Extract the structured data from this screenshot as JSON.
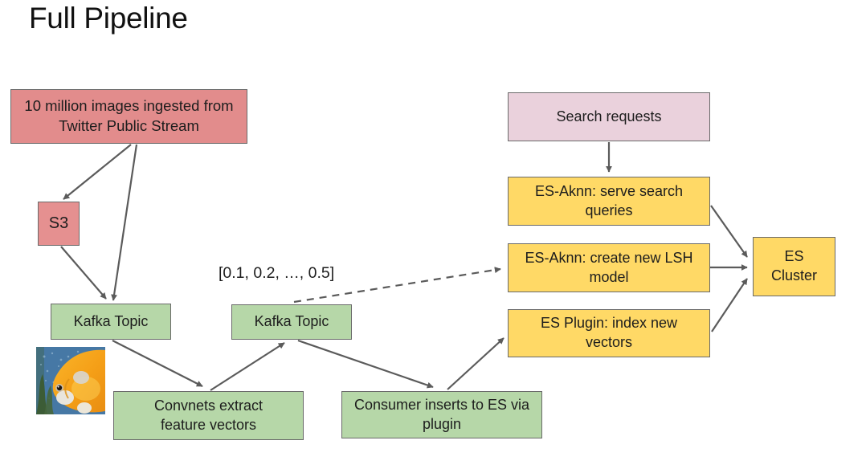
{
  "title": "Full Pipeline",
  "annotation": "[0.1, 0.2, …, 0.5]",
  "nodes": {
    "ingest": {
      "label": "10 million images ingested from Twitter Public Stream",
      "color": "#e28c8c"
    },
    "s3": {
      "label": "S3",
      "color": "#e59090"
    },
    "kafka_topic_1": {
      "label": "Kafka Topic",
      "color": "#b6d7a8"
    },
    "kafka_topic_2": {
      "label": "Kafka Topic",
      "color": "#b6d7a8"
    },
    "convnets": {
      "label": "Convnets extract feature vectors",
      "color": "#b6d7a8",
      "stacked": true
    },
    "consumer": {
      "label": "Consumer inserts to ES via plugin",
      "color": "#b6d7a8"
    },
    "search_requests": {
      "label": "Search requests",
      "color": "#ead1dc"
    },
    "serve_queries": {
      "label": "ES-Aknn: serve search queries",
      "color": "#ffd966"
    },
    "create_lsh": {
      "label": "ES-Aknn: create new LSH model",
      "color": "#ffd966"
    },
    "index_vectors": {
      "label": "ES Plugin: index new vectors",
      "color": "#ffd966"
    },
    "es_cluster": {
      "label": "ES Cluster",
      "color": "#ffd966",
      "stacked": true
    }
  },
  "edges": [
    {
      "from": "ingest",
      "to": "s3",
      "style": "solid"
    },
    {
      "from": "ingest",
      "to": "kafka_topic_1",
      "style": "solid"
    },
    {
      "from": "s3",
      "to": "kafka_topic_1",
      "style": "solid"
    },
    {
      "from": "kafka_topic_1",
      "to": "convnets",
      "style": "solid"
    },
    {
      "from": "convnets",
      "to": "kafka_topic_2",
      "style": "solid"
    },
    {
      "from": "kafka_topic_2",
      "to": "consumer",
      "style": "solid"
    },
    {
      "from": "consumer",
      "to": "index_vectors",
      "style": "solid"
    },
    {
      "from": "kafka_topic_2",
      "to": "create_lsh",
      "style": "dashed"
    },
    {
      "from": "search_requests",
      "to": "serve_queries",
      "style": "solid"
    },
    {
      "from": "serve_queries",
      "to": "es_cluster",
      "style": "solid"
    },
    {
      "from": "create_lsh",
      "to": "es_cluster",
      "style": "solid"
    },
    {
      "from": "index_vectors",
      "to": "es_cluster",
      "style": "solid"
    }
  ],
  "colors": {
    "red_box": "#e28c8c",
    "green_box": "#b6d7a8",
    "yellow_box": "#ffd966",
    "pink_box": "#ead1dc",
    "box_border": "#6a6a6a",
    "arrow": "#5b5b5b",
    "text": "#1d1d1d"
  },
  "image": {
    "description": "goldfish photo"
  }
}
